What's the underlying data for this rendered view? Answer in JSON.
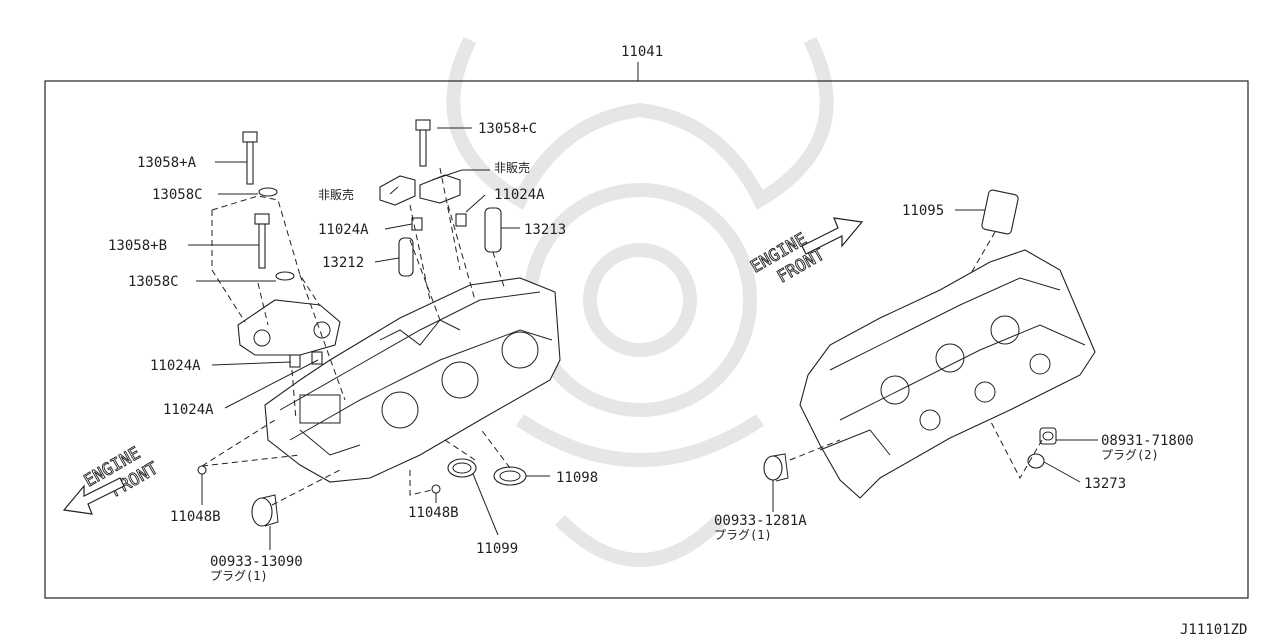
{
  "diagram": {
    "top_ref": "11041",
    "corner_ref": "J11101ZD",
    "engine_front": {
      "line1": "ENGINE",
      "line2": "FRONT"
    },
    "labels": {
      "p13058_A": "13058+A",
      "p13058C_1": "13058C",
      "p13058_B": "13058+B",
      "p13058C_2": "13058C",
      "p13058_C": "13058+C",
      "hihanbai_1": "非販売",
      "hihanbai_2": "非販売",
      "p11024A_1": "11024A",
      "p11024A_2": "11024A",
      "p11024A_3": "11024A",
      "p11024A_4": "11024A",
      "p13212": "13212",
      "p13213": "13213",
      "p11048B_1": "11048B",
      "p11048B_2": "11048B",
      "p00933_13090": "00933-13090",
      "plug1_a": "プラグ(1)",
      "p11099": "11099",
      "p11098": "11098",
      "p11095": "11095",
      "p00933_1281A": "00933-1281A",
      "plug1_b": "プラグ(1)",
      "p08931_71800": "08931-71800",
      "plug2": "プラグ(2)",
      "p13273": "13273"
    }
  }
}
